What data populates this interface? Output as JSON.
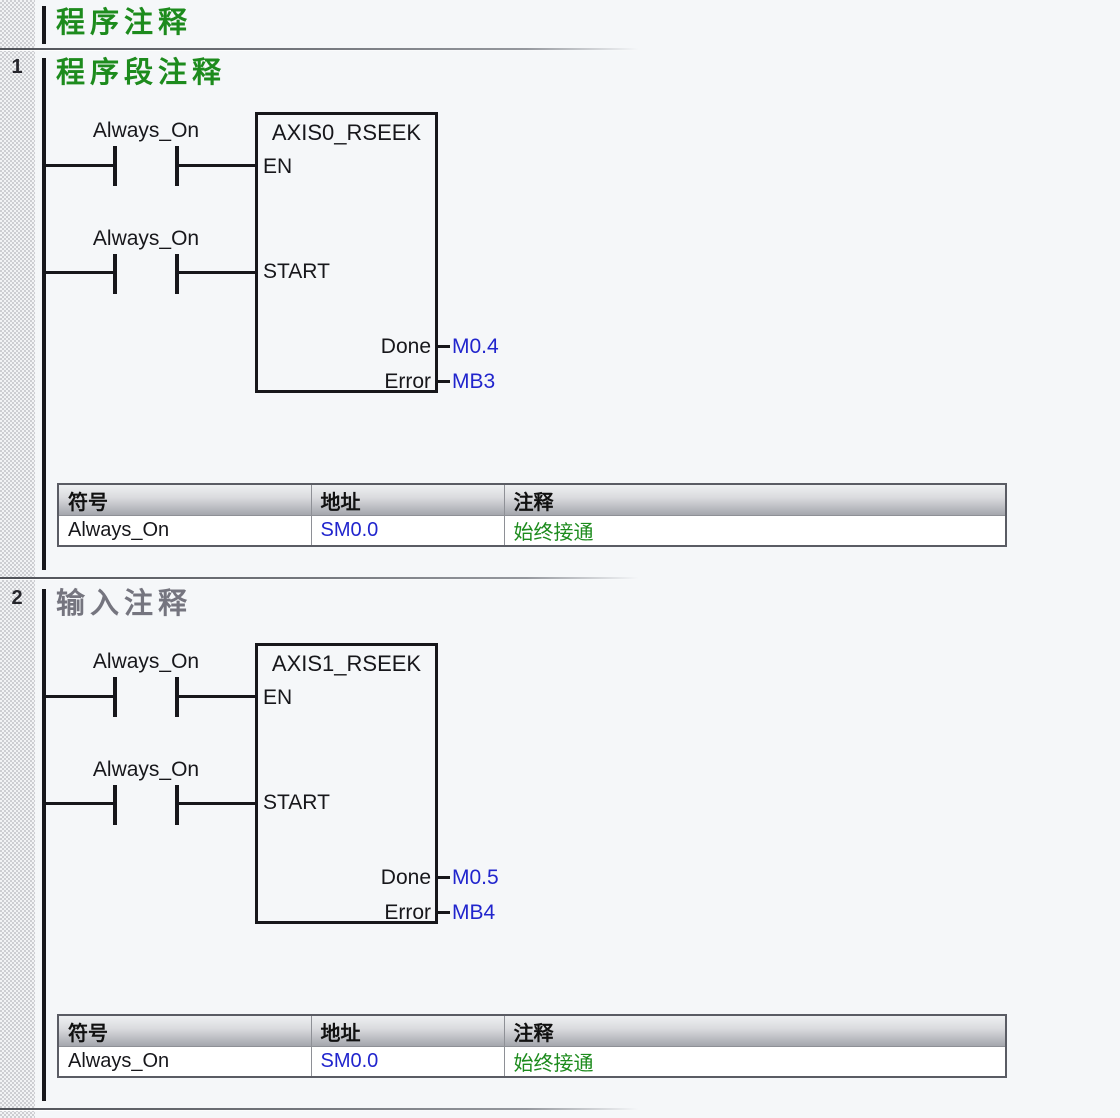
{
  "program_comment": "程序注释",
  "colors": {
    "comment_green": "#1d8b1d",
    "comment_gray": "#75757f",
    "operand_blue": "#2125cd"
  },
  "networks": [
    {
      "number": "1",
      "comment": "程序段注释",
      "comment_color": "#1d8b1d",
      "block_title": "AXIS0_RSEEK",
      "rungs": [
        {
          "contact": "Always_On",
          "input": "EN"
        },
        {
          "contact": "Always_On",
          "input": "START"
        }
      ],
      "outputs": [
        {
          "label": "Done",
          "address": "M0.4"
        },
        {
          "label": "Error",
          "address": "MB3"
        }
      ],
      "symbol_table": {
        "headers": [
          "符号",
          "地址",
          "注释"
        ],
        "rows": [
          {
            "symbol": "Always_On",
            "address": "SM0.0",
            "comment": "始终接通"
          }
        ]
      }
    },
    {
      "number": "2",
      "comment": "输入注释",
      "comment_color": "#75757f",
      "block_title": "AXIS1_RSEEK",
      "rungs": [
        {
          "contact": "Always_On",
          "input": "EN"
        },
        {
          "contact": "Always_On",
          "input": "START"
        }
      ],
      "outputs": [
        {
          "label": "Done",
          "address": "M0.5"
        },
        {
          "label": "Error",
          "address": "MB4"
        }
      ],
      "symbol_table": {
        "headers": [
          "符号",
          "地址",
          "注释"
        ],
        "rows": [
          {
            "symbol": "Always_On",
            "address": "SM0.0",
            "comment": "始终接通"
          }
        ]
      }
    }
  ]
}
